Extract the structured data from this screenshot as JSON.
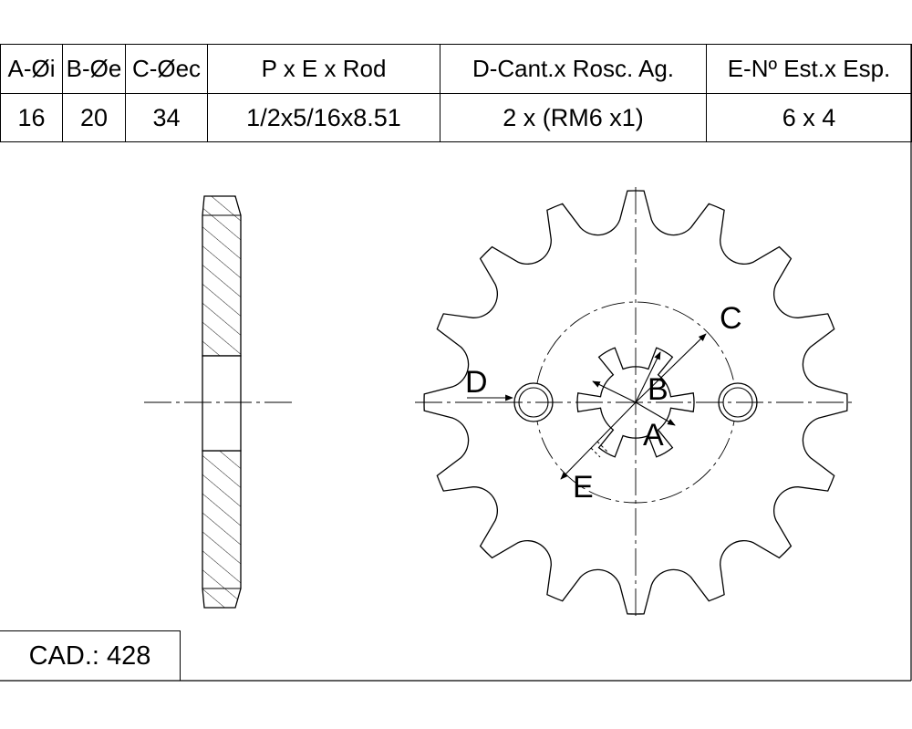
{
  "header": [
    "A-Øi",
    "B-Øe",
    "C-Øec",
    "P x E x Rod",
    "D-Cant.x Rosc. Ag.",
    "E-Nº Est.x Esp."
  ],
  "values": [
    "16",
    "20",
    "34",
    "1/2x5/16x8.51",
    "2 x (RM6 x1)",
    "6 x 4"
  ],
  "cad_label": "CAD.: 428",
  "drawing": {
    "teeth": 16,
    "splines": 6,
    "mounting_holes": 2,
    "labels": {
      "a": "A",
      "b": "B",
      "c": "C",
      "d": "D",
      "e": "E"
    }
  }
}
